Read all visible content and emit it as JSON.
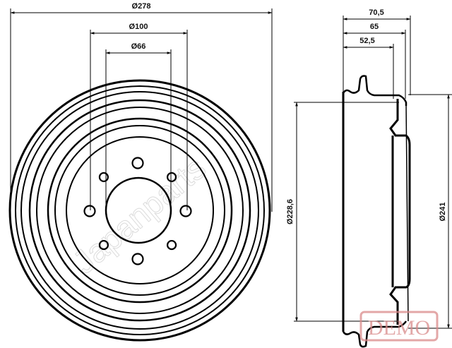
{
  "dimensions": {
    "outer_diameter": "Ø278",
    "bolt_circle": "Ø100",
    "center_bore": "Ø66",
    "total_height": "70,5",
    "height_2": "65",
    "height_3": "52,5",
    "braking_diameter": "Ø228,6",
    "outer_side_diameter": "Ø241"
  },
  "watermark": "Japanparts",
  "stamp": "DEMO",
  "bolt_holes": 8
}
